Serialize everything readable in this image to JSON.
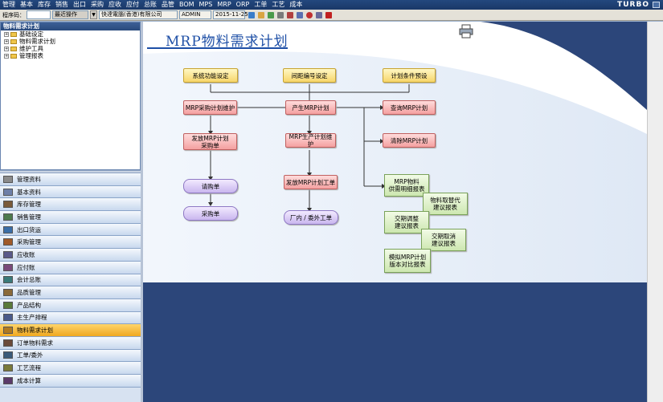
{
  "menu": [
    "管理",
    "基本",
    "库存",
    "销售",
    "出口",
    "采购",
    "应收",
    "应付",
    "总账",
    "品管",
    "BOM",
    "MPS",
    "MRP",
    "ORP",
    "工单",
    "工艺",
    "成本"
  ],
  "brand": {
    "logo_text": "TURBO"
  },
  "toolbar": {
    "program_label": "程序码：",
    "recent_label": "最近操作",
    "company": "快達電腦(香港)有限公司",
    "user": "ADMIN",
    "date": "2015-11-25"
  },
  "tree": {
    "header": "物料需求计划",
    "items": [
      "基础设定",
      "物料需求计划",
      "维护工具",
      "管理报表"
    ]
  },
  "modules": [
    "管理资料",
    "基本资料",
    "库存管理",
    "销售管理",
    "出口货运",
    "采购管理",
    "应收账",
    "应付账",
    "会计总账",
    "品质管理",
    "产品结构",
    "主生产排程",
    "物料需求计划",
    "订单物料需求",
    "工单/委外",
    "工艺流程",
    "成本计算"
  ],
  "active_module": "物料需求计划",
  "page": {
    "title": "MRP物料需求计划"
  },
  "flow": {
    "sys_func": "系统功能设定",
    "interval_code": "间距编号设定",
    "plan_cond": "计划条件预设",
    "mrp_purchase": "MRP采购计划维护",
    "gen_mrp": "产生MRP计划",
    "query_mrp": "查询MRP计划",
    "issue_mrp_purchase_1": "发放MRP计划",
    "issue_mrp_purchase_2": "采购单",
    "mrp_prod": "MRP生产计划维护",
    "clear_mrp": "清除MRP计划",
    "requisition": "请购单",
    "purchase_order": "采购单",
    "issue_work_1": "发放MRP计划工单",
    "factory_work": "厂内 / 委外工单",
    "rpt_supply_1": "MRP物料",
    "rpt_supply_2": "供需明细报表",
    "rpt_substitute_1": "物料取替代",
    "rpt_substitute_2": "建议报表",
    "rpt_adjust_1": "交期调整",
    "rpt_adjust_2": "建议报表",
    "rpt_cancel_1": "交期取消",
    "rpt_cancel_2": "建议报表",
    "rpt_sim_1": "模拟MRP计划",
    "rpt_sim_2": "版本对比报表"
  },
  "colors": {
    "menubar": "#23487e",
    "accent": "#1e4fa6",
    "active_module": "#f0a820",
    "main_bg": "#2c467a"
  }
}
